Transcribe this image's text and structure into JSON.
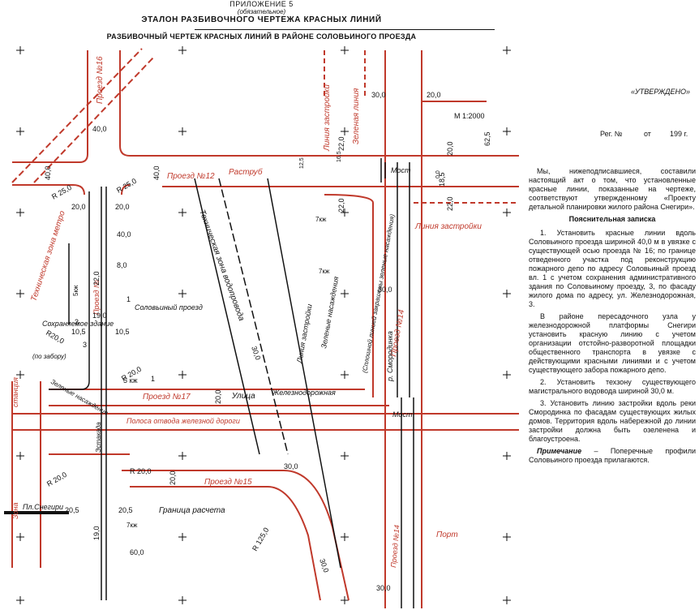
{
  "header": {
    "appendix": "ПРИЛОЖЕНИЕ 5",
    "appendix_note": "(обязательное)",
    "title": "ЭТАЛОН РАЗБИВОЧНОГО ЧЕРТЕЖА КРАСНЫХ ЛИНИЙ",
    "subtitle": "РАЗБИВОЧНЫЙ ЧЕРТЕЖ КРАСНЫХ ЛИНИЙ В РАЙОНЕ СОЛОВЬИНОГО ПРОЕЗДА"
  },
  "approval": {
    "approved": "«УТВЕРЖДЕНО»",
    "reg_no": "Рег. №",
    "reg_from": "от",
    "reg_year": "199 г."
  },
  "scale": "М 1:2000",
  "text_column": {
    "intro": "Мы, нижеподписавшиеся, составили настоящий акт о том, что установленные красные линии, показанные на чертеже, соответствуют утвержденному «Проекту детальной планировки жилого района Снегири».",
    "heading": "Пояснительная записка",
    "items": [
      "1. Установить красные линии вдоль Соловьиного проезда шириной 40,0 м в увязке с существующей осью проезда № 16; по границе отведенного участка под реконструкцию пожарного депо по адресу Соловьиный проезд вл. 1 с учетом сохранения административного здания по Соловьиному проезду, 3, по фасаду жилого дома по адресу, ул. Железнодорожная, 3.",
      "В районе пересадочного узла у железнодорожной платформы Снегири установить красную линию с учетом организации отстойно-разворотной площадки общественного транспорта в увязке с действующими красными линиями и с учетом существующего забора пожарного депо.",
      "2. Установить техзону существующего магистрального водовода шириной 30,0 м.",
      "3. Установить линию застройки вдоль реки Смородинка по фасадам существующих жилых домов. Территория вдоль набережной до линии застройки должна быть озеленена и благоустроена."
    ],
    "note_label": "Примечание",
    "note_text": " – Поперечные профили Соловьиного проезда прилагаются."
  },
  "plan": {
    "labels": {
      "proezd16": "Проезд №16",
      "proezd12": "Проезд №12",
      "rastrub": "Раструб",
      "most_top": "Мост",
      "most_bottom": "Мост",
      "liniya_zastroiki_v": "Линия застройки",
      "zelenaya_liniya": "Зеленая линия",
      "liniya_zastroiki_h": "Линия застройки",
      "liniya_zastroiki_mid": "Линия застройки",
      "tech_zone_metro": "Техническая зона метро",
      "tech_zone_vodoprovod": "Техническая зона водопровода",
      "green_plantings": "Зеленые насаждения",
      "dashed_line_note": "(Сплошной линией закрашены зеленые насаждения)",
      "proezd14": "Проезд №14",
      "proezd14_bottom": "Проезд №14",
      "smorodinka": "р. Смородинка",
      "solovyiny": "Соловьиный проезд",
      "proezd_vert": "Проезд №",
      "sokhranyaemoe": "Сохраняемое здание",
      "zeleny": "Зеленые насаждения",
      "po_zaboru": "(по забору)",
      "k5": "5 кж",
      "k7a": "7кж",
      "k7b": "7кж",
      "k5v": "5кж",
      "k7c": "7кж",
      "proezd17": "Проезд №17",
      "ulitsa": "Улица",
      "zheleznodorozhnaya": "Железнодорожная",
      "polosa": "Полоса отвода железной дороги",
      "platforma": "Пл.Снегири",
      "stanciya": "станция",
      "estakada": "Эстакада",
      "proezd15": "Проезд №15",
      "granitsa": "Граница расчета",
      "zona": "Зона",
      "port": "Порт"
    },
    "dims": {
      "d40_top": "40,0",
      "d40_left": "40,0",
      "d40_mid": "40,0",
      "d40_right": "40,0",
      "d20_a": "20,0",
      "d20_b": "20,0",
      "d20_top": "20,0",
      "d20_c": "20,0",
      "d20_d": "20,0",
      "d20_e": "20,0",
      "d22_a": "22,0",
      "d22_b": "22,0",
      "d22_c": "22,0",
      "d22_d": "22,0",
      "d30_top": "30,0",
      "d30_b": "30,0",
      "d30_c": "30,0",
      "d30_d": "30,0",
      "d30_e": "30,0",
      "d30_f": "30,0",
      "d8": "8,0",
      "d10_a": "10,5",
      "d10_b": "10,5",
      "d19": "19,0",
      "d18": "18,5",
      "d62": "62,5",
      "d60": "60,0",
      "d20_5a": "20,5",
      "d20_5b": "20,5",
      "d19b": "19,0",
      "r25a": "R 25,0",
      "r25b": "R 25,0",
      "r20a": "R20,0",
      "r20b": "R 20,0",
      "r20c": "R 20,0",
      "r20d": "R 20,0",
      "r125": "R 125,0",
      "d3": "3",
      "d1": "1",
      "d3b": "3",
      "d1b": "1",
      "d16": "16,5",
      "d12": "12,5",
      "d0": "0,0"
    }
  }
}
